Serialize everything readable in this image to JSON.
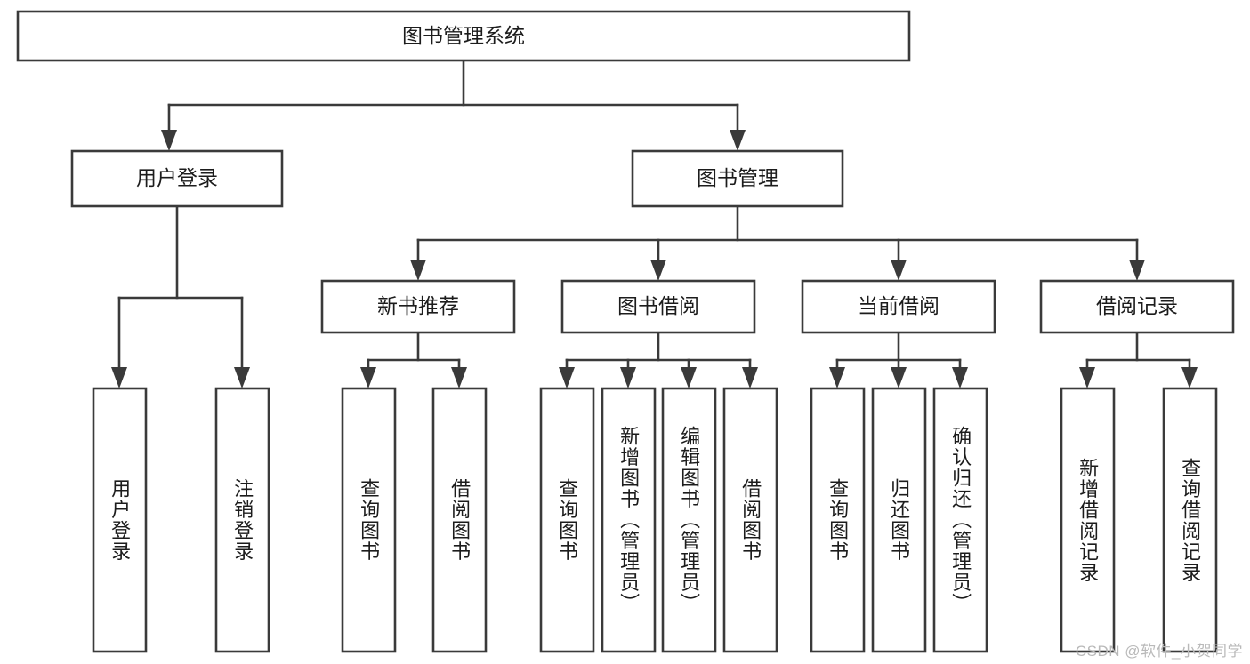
{
  "diagram": {
    "type": "tree",
    "title": "图书管理系统",
    "watermark": "CSDN @软件_小贺同学",
    "colors": {
      "stroke": "#3a3a3a",
      "fill": "#ffffff",
      "text": "#1c1c1c",
      "watermark": "#b9b9b9"
    },
    "root": {
      "label": "图书管理系统"
    },
    "level2": [
      {
        "label": "用户登录"
      },
      {
        "label": "图书管理"
      }
    ],
    "level3": [
      {
        "label": "新书推荐"
      },
      {
        "label": "图书借阅"
      },
      {
        "label": "当前借阅"
      },
      {
        "label": "借阅记录"
      }
    ],
    "leaves": {
      "user_login": [
        {
          "label": "用户登录"
        },
        {
          "label": "注销登录"
        }
      ],
      "new_book_recommend": [
        {
          "label": "查询图书"
        },
        {
          "label": "借阅图书"
        }
      ],
      "book_borrow": [
        {
          "label": "查询图书"
        },
        {
          "label": "新增图书（管理员）"
        },
        {
          "label": "编辑图书（管理员）"
        },
        {
          "label": "借阅图书"
        }
      ],
      "current_borrow": [
        {
          "label": "查询图书"
        },
        {
          "label": "归还图书"
        },
        {
          "label": "确认归还（管理员）"
        }
      ],
      "borrow_record": [
        {
          "label": "新增借阅记录"
        },
        {
          "label": "查询借阅记录"
        }
      ]
    }
  }
}
